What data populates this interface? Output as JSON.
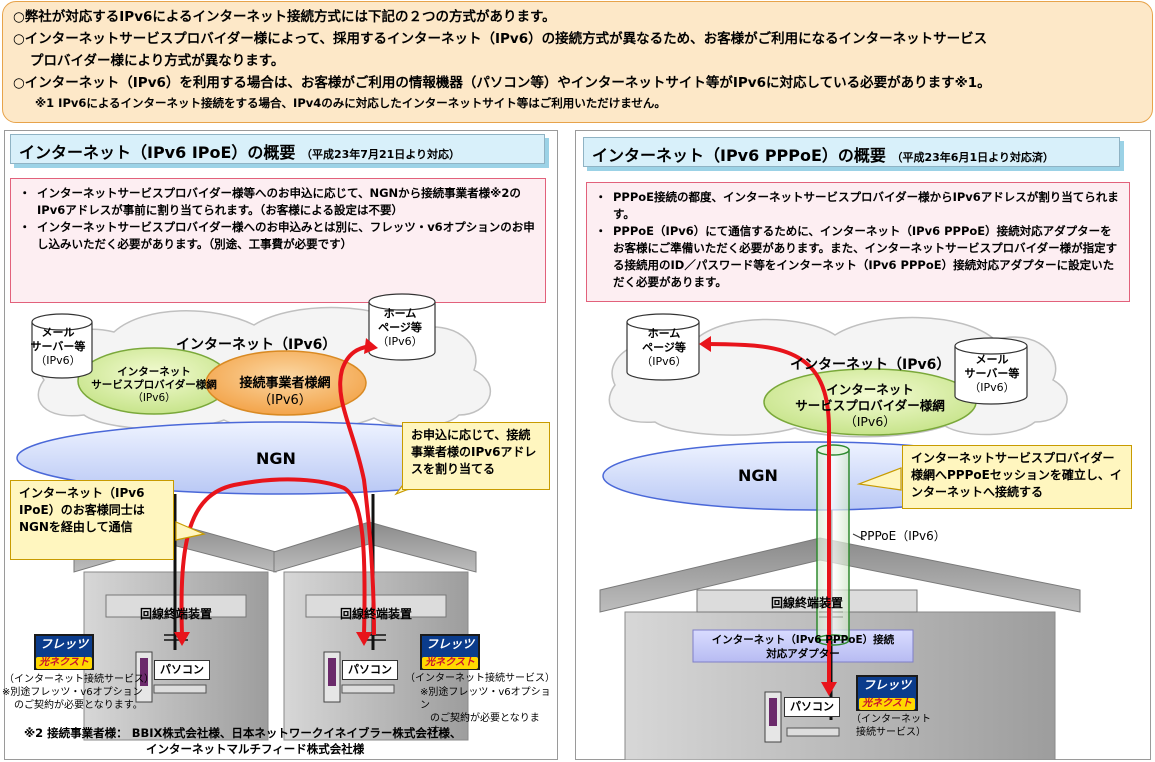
{
  "notice": {
    "line1": "○弊社が対応するIPv6によるインターネット接続方式には下記の２つの方式があります。",
    "line2a": "○インターネットサービスプロバイダー様によって、採用するインターネット（IPv6）の接続方式が異なるため、お客様がご利用になるインターネットサービス",
    "line2b": "プロバイダー様により方式が異なります。",
    "line3": "○インターネット（IPv6）を利用する場合は、お客様がご利用の情報機器（パソコン等）やインターネットサイト等がIPv6に対応している必要があります※1。",
    "foot": "※1 IPv6によるインターネット接続をする場合、IPv4のみに対応したインターネットサイト等はご利用いただけません。"
  },
  "left": {
    "title": "インターネット（IPv6 IPoE）の概要",
    "title_note": "（平成23年7月21日より対応）",
    "bullets": [
      "インターネットサービスプロバイダー様等へのお申込に応じて、NGNから接続事業者様※2のIPv6アドレスが事前に割り当てられます。（お客様による設定は不要）",
      "インターネットサービスプロバイダー様へのお申込みとは別に、フレッツ・v6オプションのお申し込みいただく必要があります。（別途、工事費が必要です）"
    ],
    "internet_label": "インターネット（IPv6）",
    "mail_server": [
      "メール",
      "サーバー等",
      "（IPv6）"
    ],
    "homepage": [
      "ホーム",
      "ページ等",
      "（IPv6）"
    ],
    "isp": [
      "インターネット",
      "サービスプロバイダー様網",
      "（IPv6）"
    ],
    "carrier": [
      "接続事業者様網",
      "（IPv6）"
    ],
    "ngn": "NGN",
    "callout_right": "お申込に応じて、接続事業者様のIPv6アドレスを割り当てる",
    "callout_left": "インターネット（IPv6 IPoE）のお客様同士はNGNを経由して通信",
    "onu": "回線終端装置",
    "pc": "パソコン",
    "flets_top": "フレッツ",
    "flets_bottom": "光ネクスト",
    "service_caption": "（インターネット接続サービス）",
    "option_note": [
      "※別途フレッツ・v6オプション",
      "のご契約が必要となります。"
    ],
    "footnote_line1": "※2 接続事業者様： BBIX株式会社様、日本ネットワークイネイブラー株式会社様、",
    "footnote_line2": "インターネットマルチフィード株式会社様"
  },
  "right": {
    "title": "インターネット（IPv6 PPPoE）の概要",
    "title_note": "（平成23年6月1日より対応済）",
    "bullets": [
      "PPPoE接続の都度、インターネットサービスプロバイダー様からIPv6アドレスが割り当てられます。",
      "PPPoE（IPv6）にて通信するために、インターネット（IPv6 PPPoE）接続対応アダプターをお客様にご準備いただく必要があります。また、インターネットサービスプロバイダー様が指定する接続用のID／パスワード等をインターネット（IPv6 PPPoE）接続対応アダプターに設定いただく必要があります。"
    ],
    "internet_label": "インターネット（IPv6）",
    "homepage": [
      "ホーム",
      "ページ等",
      "（IPv6）"
    ],
    "mail_server": [
      "メール",
      "サーバー等",
      "（IPv6）"
    ],
    "isp": [
      "インターネット",
      "サービスプロバイダー様網",
      "（IPv6）"
    ],
    "ngn": "NGN",
    "callout": "インターネットサービスプロバイダー様網へPPPoEセッションを確立し、インターネットへ接続する",
    "pppoe_label": "PPPoE（IPv6）",
    "onu": "回線終端装置",
    "adapter": [
      "インターネット（IPv6 PPPoE）接続",
      "対応アダプター"
    ],
    "pc": "パソコン",
    "flets_top": "フレッツ",
    "flets_bottom": "光ネクスト",
    "service_caption": [
      "（インターネット",
      "接続サービス）"
    ]
  }
}
